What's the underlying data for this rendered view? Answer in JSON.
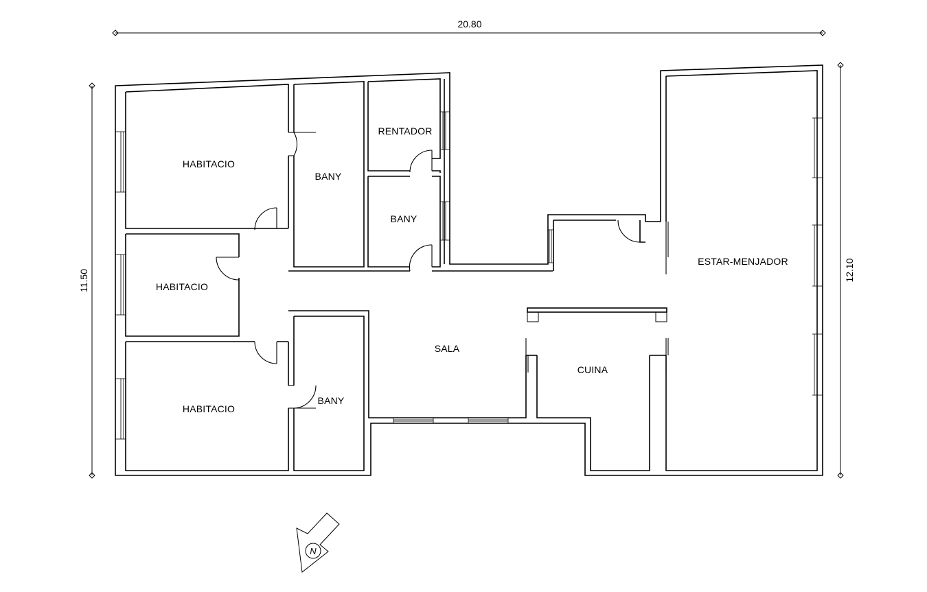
{
  "dimensions": {
    "width": "20.80",
    "height_left": "11.50",
    "height_right": "12.10"
  },
  "rooms": {
    "habitacio_1": "HABITACIO",
    "habitacio_2": "HABITACIO",
    "habitacio_3": "HABITACIO",
    "bany_1": "BANY",
    "bany_2": "BANY",
    "bany_3": "BANY",
    "rentador": "RENTADOR",
    "sala": "SALA",
    "cuina": "CUINA",
    "estar_menjador": "ESTAR-MENJADOR"
  },
  "north_arrow": {
    "label": "N",
    "icon": "north-arrow-icon"
  },
  "colors": {
    "line": "#000000",
    "background": "#ffffff"
  }
}
